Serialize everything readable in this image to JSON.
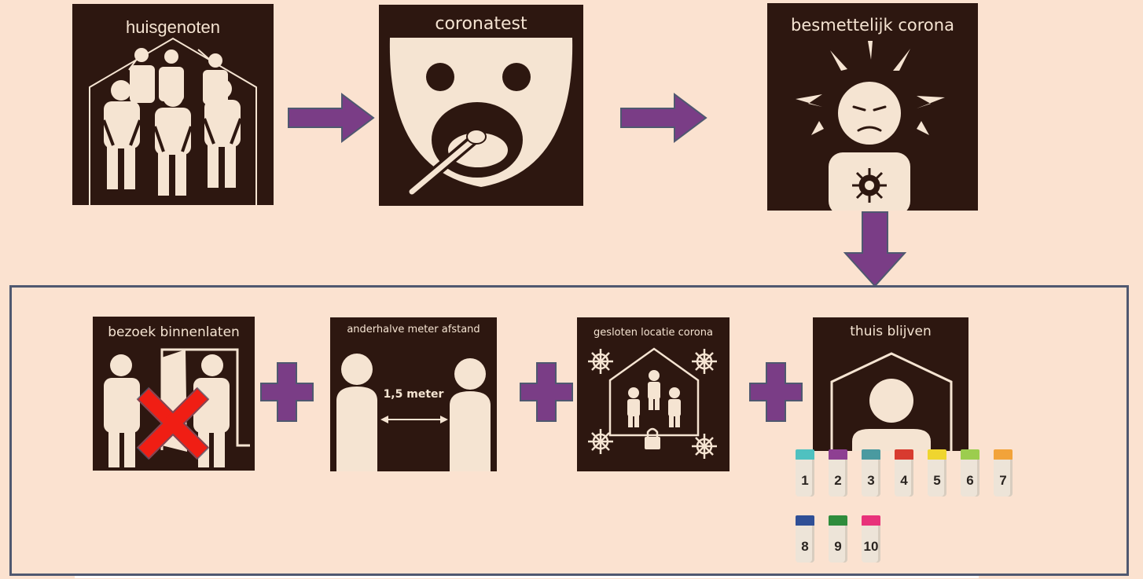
{
  "top_row": {
    "housemates": {
      "title": "huisgenoten"
    },
    "corona_test": {
      "title": "coronatest"
    },
    "contagious": {
      "title": "besmettelijk corona"
    }
  },
  "measures": {
    "no_visitors": {
      "title": "bezoek binnenlaten"
    },
    "distance": {
      "title": "anderhalve meter afstand",
      "distance_label": "1,5 meter"
    },
    "closed_location": {
      "title": "gesloten locatie corona"
    },
    "stay_home": {
      "title": "thuis blijven"
    }
  },
  "days": [
    {
      "label": "1",
      "color": "#4fc1c0"
    },
    {
      "label": "2",
      "color": "#8e3f92"
    },
    {
      "label": "3",
      "color": "#4a9aa0"
    },
    {
      "label": "4",
      "color": "#d83b2f"
    },
    {
      "label": "5",
      "color": "#efd52f"
    },
    {
      "label": "6",
      "color": "#9ccd4e"
    },
    {
      "label": "7",
      "color": "#f2a33a"
    },
    {
      "label": "8",
      "color": "#2f4f96"
    },
    {
      "label": "9",
      "color": "#2e8c3c"
    },
    {
      "label": "10",
      "color": "#e8327a"
    }
  ],
  "colors": {
    "background": "#fbe2d0",
    "pictogram": "#2d1710",
    "arrow": "#7a3d86",
    "cross": "#f01e14",
    "frame": "#4f5870"
  }
}
